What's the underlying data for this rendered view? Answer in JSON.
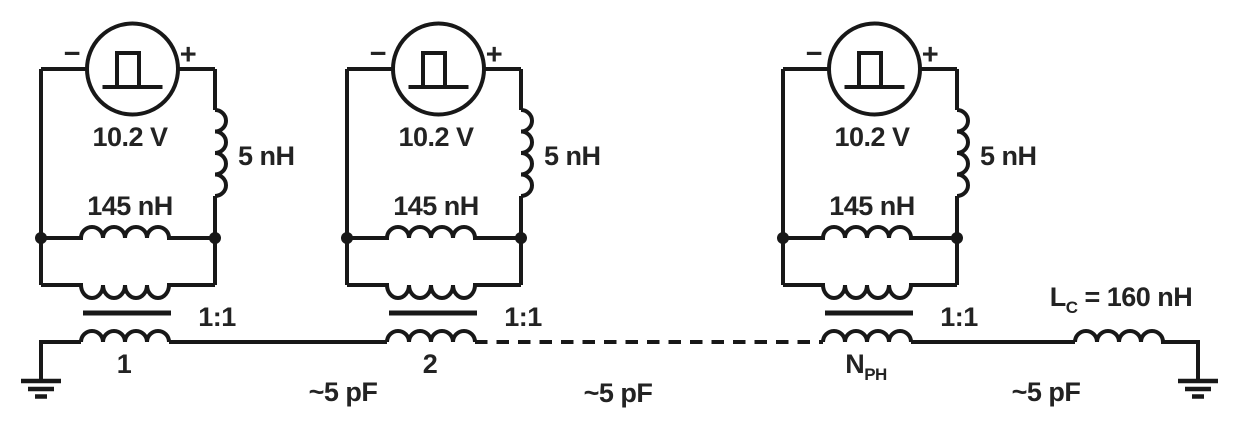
{
  "diagram": {
    "colors": {
      "background": "#ffffff",
      "wire": "#181818",
      "text": "#232323"
    },
    "icons": {
      "source_icon": "pulse-waveform-icon",
      "ground_icon": "earth-ground-icon",
      "transformer_icon": "transformer-1to1-icon",
      "inductor_icon": "inductor-coil-icon"
    },
    "cells": [
      {
        "polarity_negative": "−",
        "polarity_positive": "+",
        "source_voltage": "10.2 V",
        "series_inductance": "5 nH",
        "shunt_inductance": "145 nH",
        "turns_ratio": "1:1",
        "phase_main": "1",
        "phase_sub": ""
      },
      {
        "polarity_negative": "−",
        "polarity_positive": "+",
        "source_voltage": "10.2 V",
        "series_inductance": "5 nH",
        "shunt_inductance": "145 nH",
        "turns_ratio": "1:1",
        "phase_main": "2",
        "phase_sub": ""
      },
      {
        "polarity_negative": "−",
        "polarity_positive": "+",
        "source_voltage": "10.2 V",
        "series_inductance": "5 nH",
        "shunt_inductance": "145 nH",
        "turns_ratio": "1:1",
        "phase_main": "N",
        "phase_sub": "PH"
      }
    ],
    "coupling_capacitances": [
      "~5 pF",
      "~5 pF",
      "~5 pF"
    ],
    "output_inductor": {
      "symbol_main": "L",
      "symbol_sub": "C",
      "value": "= 160 nH"
    }
  }
}
